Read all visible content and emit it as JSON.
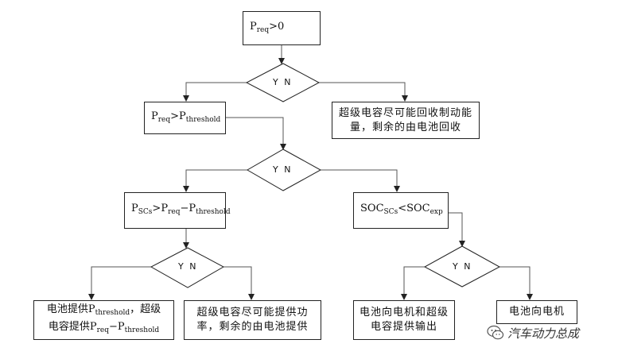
{
  "diagram": {
    "nodes": {
      "n1": {
        "base": "P",
        "sub": "req",
        "rest": ">0"
      },
      "n2": {
        "base": "P",
        "sub": "req",
        "rest": ">P",
        "sub2": "threshold"
      },
      "n3": {
        "text": "超级电容尽可能回收制动能量，剩余的由电池回收"
      },
      "n4": {
        "base": "P",
        "sub": "SCs",
        "rest": ">P",
        "sub2": "req",
        "rest2": "−P",
        "sub3": "threshold"
      },
      "n5": {
        "base": "SOC",
        "sub": "SCs",
        "rest": "<SOC",
        "sub2": "exp"
      },
      "n6": {
        "line1a": "电池提供P",
        "line1sub": "threshold",
        "line1b": "，超级",
        "line2a": "电容提供P",
        "line2sub": "req",
        "line2b": "−P",
        "line2sub2": "threshold"
      },
      "n7": {
        "text": "超级电容尽可能提供功率，剩余的由电池提供"
      },
      "n8": {
        "text": "电池向电机和超级电容提供输出"
      },
      "n9": {
        "text": "电池向电机"
      }
    },
    "decision_label": "Y  N"
  },
  "watermark": {
    "text": "汽车动力总成",
    "icon": "wechat-logo-icon"
  }
}
